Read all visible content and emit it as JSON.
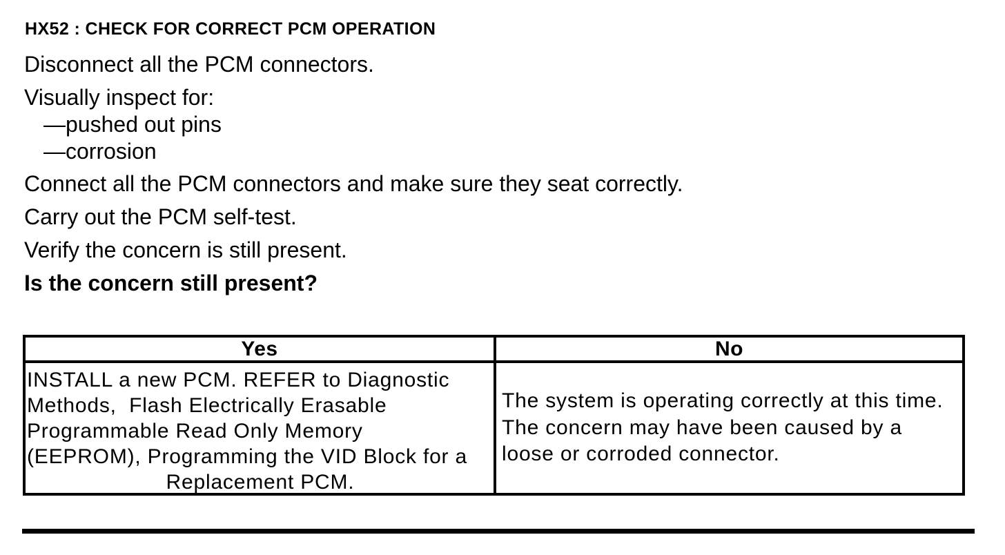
{
  "colors": {
    "text": "#000000",
    "background": "#ffffff"
  },
  "procedure": {
    "heading": "HX52 : CHECK FOR CORRECT PCM OPERATION",
    "steps": {
      "disconnect": "Disconnect all the PCM connectors.",
      "inspect": "Visually inspect for:",
      "inspect_items": [
        "—pushed out pins",
        "—corrosion"
      ],
      "connect": "Connect all the PCM connectors and make sure they seat correctly.",
      "selftest": "Carry out the PCM self-test.",
      "verify": "Verify the concern is still present.",
      "question": "Is the concern still present?"
    }
  },
  "results_table": {
    "yes_column": {
      "header": "Yes",
      "lines": [
        "INSTALL a new PCM. REFER to Diagnostic",
        "Methods,  Flash Electrically Erasable",
        "Programmable Read Only Memory",
        "(EEPROM), Programming the VID Block for a",
        "Replacement PCM."
      ]
    },
    "no_column": {
      "header": "No",
      "lines": [
        "The system is operating correctly at this time.",
        "The concern may have been caused by a",
        "loose or corroded connector."
      ]
    }
  }
}
